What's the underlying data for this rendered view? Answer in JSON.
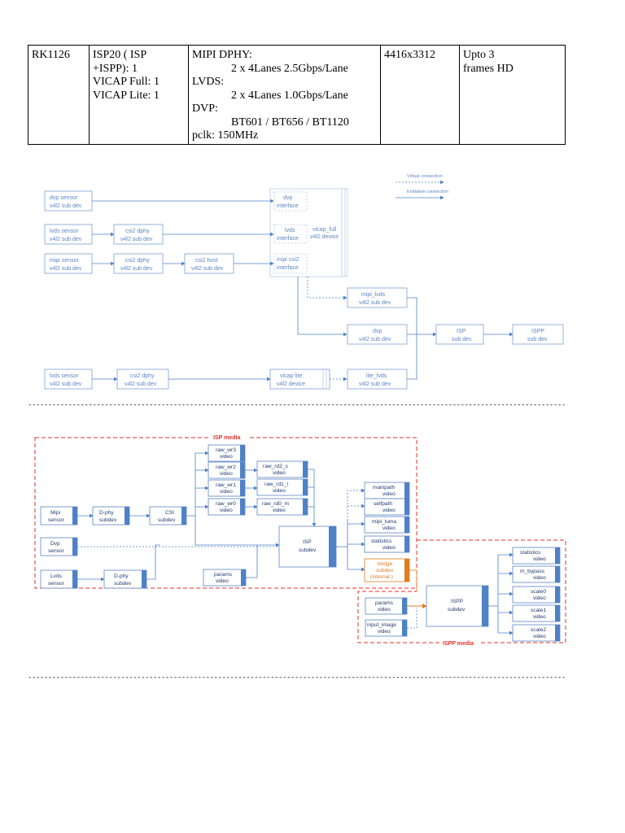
{
  "table": {
    "chip": "RK1126",
    "isp_lines": [
      "ISP20 ( ISP",
      "+ISPP): 1",
      "VICAP Full: 1",
      "VICAP Lite: 1"
    ],
    "iface_lines": [
      {
        "text": "MIPI DPHY:",
        "indent": false
      },
      {
        "text": "2 x 4Lanes 2.5Gbps/Lane",
        "indent": true
      },
      {
        "text": "LVDS:",
        "indent": false
      },
      {
        "text": "2 x 4Lanes 1.0Gbps/Lane",
        "indent": true
      },
      {
        "text": "DVP:",
        "indent": false
      },
      {
        "text": "BT601 / BT656 / BT1120",
        "indent": true
      },
      {
        "text": "pclk: 150MHz",
        "indent": false
      }
    ],
    "resolution": "4416x3312",
    "frames_lines": [
      "Upto 3",
      "frames HD"
    ]
  },
  "separator": "----------------------------------------------------------------------------------------------------------------------------------------------------",
  "diagram1": {
    "legend": {
      "virtual": "Virtual connection",
      "entitative": "Entitative connection"
    },
    "dvp_sensor": [
      "dvp sensor",
      "v4l2 sub dev"
    ],
    "lvds_sensor": [
      "lvds sensor",
      "v4l2 sub dev"
    ],
    "mipi_sensor": [
      "mipi sensor",
      "v4l2 sub dev"
    ],
    "csi2_dphy_1": [
      "csi2 dphy",
      "v4l2 sub dev"
    ],
    "csi2_dphy_2": [
      "csi2 dphy",
      "v4l2 sub dev"
    ],
    "csi2_host": [
      "csi2 host",
      "v4l2 sub dev"
    ],
    "dvp_interface": [
      "dvp",
      "interface"
    ],
    "lvds_interface": [
      "lvds",
      "interface"
    ],
    "mipi_csi2_interface": [
      "mipi csi2",
      "interface"
    ],
    "vicap_full": [
      "vicap_full",
      "v4l2 device"
    ],
    "mipi_lvds": [
      "mipi_lvds",
      "v4l2 sub dev"
    ],
    "dvp_subdev": [
      "dvp",
      "v4l2 sub dev"
    ],
    "isp": [
      "ISP",
      "sub dev"
    ],
    "ispp": [
      "ISPP",
      "sub dev"
    ],
    "lvds_sensor_2": [
      "lvds sensor",
      "v4l2 sub dev"
    ],
    "csi2_dphy_3": [
      "csi2 dphy",
      "v4l2 sub dev"
    ],
    "vicap_lite": [
      "vicap lite",
      "v4l2 device"
    ],
    "lite_lvds": [
      "lite_lvds",
      "v4l2 sub dev"
    ]
  },
  "diagram2": {
    "isp_media_label": "ISP media",
    "ispp_media_label": "ISPP media",
    "mipi_sensor": [
      "Mipi",
      "sensor"
    ],
    "dvp_sensor": [
      "Dvp",
      "sensor"
    ],
    "lvds_sensor": [
      "Lvds",
      "sensor"
    ],
    "dphy_subdev_1": [
      "D-phy",
      "subdev"
    ],
    "dphy_subdev_2": [
      "D-phy",
      "subdev"
    ],
    "csi_subdev": [
      "CSI",
      "subdev"
    ],
    "raw_wr3": [
      "raw_wr3",
      "video"
    ],
    "raw_wr2": [
      "raw_wr2",
      "video"
    ],
    "raw_wr1": [
      "raw_wr1",
      "video"
    ],
    "raw_wr0": [
      "raw_wr0",
      "video"
    ],
    "raw_rd2": [
      "raw_rd2_s",
      "video"
    ],
    "raw_rd1": [
      "raw_rd1_l",
      "video"
    ],
    "raw_rd0": [
      "raw_rd0_m",
      "video"
    ],
    "params_isp": [
      "params",
      "video"
    ],
    "isp_subdev": [
      "ISP",
      "subdev"
    ],
    "mainpath": [
      "mainpath",
      "video"
    ],
    "selfpath": [
      "selfpath",
      "video"
    ],
    "mipi_luma": [
      "mipi_luma",
      "video"
    ],
    "statistics_isp": [
      "statistics",
      "video"
    ],
    "bridge": [
      "bridge",
      "subdev",
      "(internal )"
    ],
    "params_ispp": [
      "params",
      "video"
    ],
    "input_image": [
      "input_image",
      "video"
    ],
    "ispp_subdev": [
      "ISPP",
      "subdev"
    ],
    "statistics_ispp": [
      "statistics",
      "video"
    ],
    "m_bypass": [
      "m_bypass",
      "video"
    ],
    "scale0": [
      "scale0",
      "video"
    ],
    "scale1": [
      "scale1",
      "video"
    ],
    "scale2": [
      "scale2",
      "video"
    ],
    "colors": {
      "box_stroke": "#5b86c4",
      "arrow": "#4f81c7",
      "media_border": "#e0312b",
      "bridge_text": "#e07b1f"
    }
  }
}
